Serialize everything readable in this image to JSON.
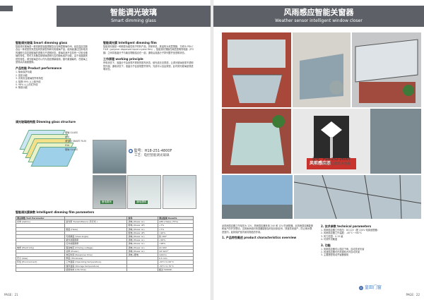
{
  "left_page": {
    "title_cn": "智能调光玻璃",
    "title_en": "Smart dimming glass",
    "intro_head": "智能调光玻璃  Smart dimming glass",
    "intro_text": "智能调光玻璃是一款将新型液晶薄膜复合在两层玻璃中间，经高温高压胶合后一体成型的夹层结构的新型特种光电玻璃产品。使用者通过控制电流的通断与否控制玻璃的透明与不透明状态。玻璃本身不仅具有一切安全玻璃的特性，同时又具备控制玻璃透明与否的隐私保护功能，由于液晶膜夹层的特性，调光玻璃还可以作为投影屏幕使用，替代普通幕布，在玻璃上呈现高清画面图像。",
    "performance_head": "产品性能  Product performance",
    "performance_items": [
      "1. 隐私保护功能",
      "2. 投影功能",
      "3. 具有安全玻璃的所有特性",
      "4. 阻隔 99% 以上紫外线",
      "5. 98% 以上的红外线",
      "6. 隔音功能"
    ],
    "film_head": "智能调光膜  Intelligent dimming film",
    "film_text": "智能调光膜是一种新型功能性电子材料产品，简单来说，其结构为双层薄膜、又称为 PDLC FILM（polymer dispersed liquid crystal film），智能调光薄膜在两层透明导电膜（ITO 膜）之间将液晶分子与聚合物胶结合在一起，通电后液晶分子排列整齐呈透明状态。",
    "principle_head": "工作原理  working principle",
    "principle_text": "停电状态下，液晶分子会呈现不规则的散布状态，使光线无法穿透，让调光玻璃呈现不透明的外观。通电状态下，液晶分子会呈现整齐排列，光线可以自由穿透，此时调光玻璃呈现透明状态。",
    "glass_structure_head": "调光玻璃结构图  Dimming glass structure",
    "layers": [
      "玻璃 GLASS",
      "EVA",
      "调光膜 SMART FILM",
      "EVA",
      "玻璃 GLASS"
    ],
    "model": "型号：H18-251-4800F",
    "process": "工艺：电控智能调光玻璃",
    "cap_off": "断电雾状",
    "cap_on": "通电透明",
    "table_head": "智能调光膜参数  Intelligent dimming film parameters",
    "table_cols": [
      "测试参数 Test Parameter",
      "",
      "条件",
      "测试结果 Results"
    ],
    "table_rows": [
      [
        "光学 (Optics)",
        "透光率 Transmittance (平行光 )",
        "通电 (Power on)",
        "≥85 (Haze) (75%)"
      ],
      [
        "",
        "",
        "断电 (Power off)",
        "<7%"
      ],
      [
        "",
        "雾度 (Haze)",
        "通电 (Power on)",
        "<7%"
      ],
      [
        "",
        "",
        "断电 (Power off)",
        ">90%"
      ],
      [
        "",
        "可视角度 (View angle)",
        "通电 (Power on)",
        "约 160°"
      ],
      [
        "",
        "紫外线阻隔率",
        "通电 (Power on)",
        ">99%"
      ],
      [
        "",
        "红外线阻隔率",
        "通电 (Power on)",
        ">98%"
      ],
      [
        "电学 (Electricity)",
        "驱动电压 (Driving voltage)",
        "通电 (Power on)",
        "AC 60V"
      ],
      [
        "",
        "功率 (Power)",
        "通电 (Power on)",
        "≤5 W/m²"
      ],
      [
        "",
        "响应时间 (Response time)",
        "通电→断电",
        "≤10ms"
      ],
      [
        "尺寸 (Size)",
        "厚度 (Thickness)",
        "",
        "0.5 mm"
      ],
      [
        "环境 (Environment)",
        "工作温度 (Operating temperature)",
        "",
        "-20°C to 60°C"
      ],
      [
        "",
        "储存温度 (Storage temperature)",
        "",
        "-30°C to 70°C"
      ],
      [
        "",
        "使用寿命 (Life time)",
        "",
        "超过 50000h"
      ]
    ],
    "page_number": "PAGE：21"
  },
  "right_page": {
    "title_cn": "风雨感应智能关窗器",
    "title_en": "Weather sensor intelligent window closer",
    "model": "型号：H18-252-2600T",
    "process": "工艺：风雨感应智能关窗器",
    "logo_text": "风雨感应器",
    "desc_head": "1. 产品特性概述  product characteristics overview",
    "desc_text": "此风雨感应器工作电压为 12V，风雨感应器采用 24V 和 12V 的适配器。此风雨感应器能够和窗户的开关联动，当风雨来临时传感器能够及时检测到信号，快速关闭窗户，防止雨水飘进室内，起到保护室内家具物品的作用。",
    "tech_head": "2. 技术参数  technical parameters",
    "tech_items": [
      "1. 风雨感应器工作电压：DC12V（配 220V 电源适配器）",
      "2. 风雨感应器工作温度：-40°C~+60°C",
      "3. 风力范围：0-15 级",
      "4. 可调节灵敏度"
    ],
    "features_head": "3. 功能",
    "features_items": [
      "1. 风雨感应器可以感应下雨，自动关闭天窗",
      "2. 风速感应器可在风速较大时自动关窗",
      "3. 主要搭配电动开窗器使用"
    ],
    "watermark": "皇田门窗",
    "page_number": "PAGE：22"
  }
}
